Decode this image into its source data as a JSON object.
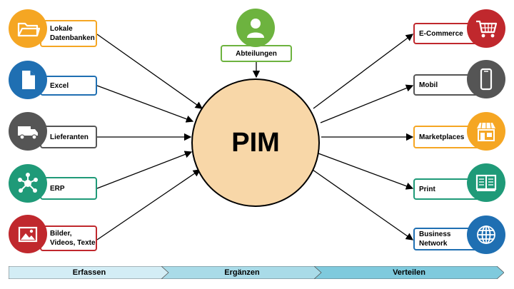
{
  "core": {
    "label": "PIM"
  },
  "top_input": {
    "label": "Abteilungen",
    "icon": "person-icon",
    "color": "#6db33f"
  },
  "inputs": [
    {
      "label": "Lokale\nDatenbanken",
      "icon": "folder-icon",
      "color": "#f5a623"
    },
    {
      "label": "Excel",
      "icon": "document-icon",
      "color": "#1f6fb2"
    },
    {
      "label": "Lieferanten",
      "icon": "truck-icon",
      "color": "#555555"
    },
    {
      "label": "ERP",
      "icon": "network-icon",
      "color": "#1f9a78"
    },
    {
      "label": "Bilder,\nVideos, Texte",
      "icon": "image-icon",
      "color": "#c0282d"
    }
  ],
  "outputs": [
    {
      "label": "E-Commerce",
      "icon": "cart-icon",
      "color": "#c0282d"
    },
    {
      "label": "Mobil",
      "icon": "phone-icon",
      "color": "#555555"
    },
    {
      "label": "Marketplaces",
      "icon": "store-icon",
      "color": "#f5a623"
    },
    {
      "label": "Print",
      "icon": "book-icon",
      "color": "#1f9a78"
    },
    {
      "label": "Business\nNetwork",
      "icon": "globe-icon",
      "color": "#1f6fb2"
    }
  ],
  "phases": [
    {
      "label": "Erfassen",
      "color": "#d3edf5"
    },
    {
      "label": "Ergänzen",
      "color": "#a9dbe8"
    },
    {
      "label": "Verteilen",
      "color": "#7fcadd"
    }
  ]
}
